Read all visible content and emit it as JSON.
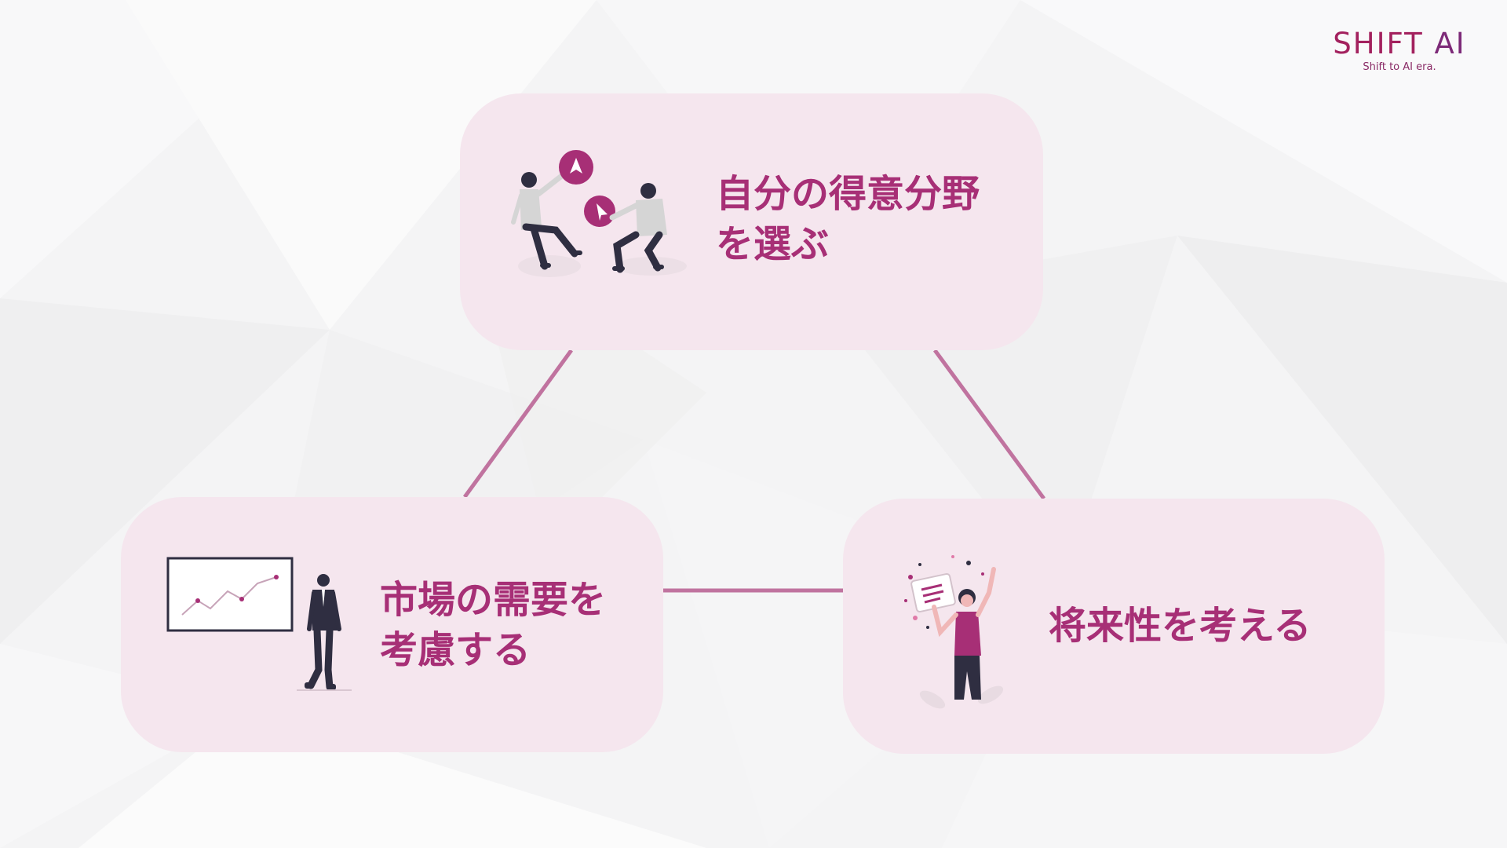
{
  "brand": {
    "name_main": "SHIFT",
    "name_ai": "AI",
    "tagline": "Shift to AI era."
  },
  "colors": {
    "accent": "#a72f76",
    "card_bg": "#f5e6ee",
    "connector": "#c0739f",
    "background": "#f4f4f5"
  },
  "diagram": {
    "nodes": [
      {
        "id": "choose-strength",
        "lines": [
          "自分の得意分野",
          "を選ぶ"
        ],
        "icon": "two-people-choosing-illustration"
      },
      {
        "id": "market-demand",
        "lines": [
          "市場の需要を",
          "考慮する"
        ],
        "icon": "businessman-chart-illustration"
      },
      {
        "id": "future-potential",
        "lines": [
          "将来性を考える"
        ],
        "icon": "woman-celebrating-illustration"
      }
    ],
    "edges": [
      [
        "choose-strength",
        "market-demand"
      ],
      [
        "choose-strength",
        "future-potential"
      ],
      [
        "market-demand",
        "future-potential"
      ]
    ]
  }
}
